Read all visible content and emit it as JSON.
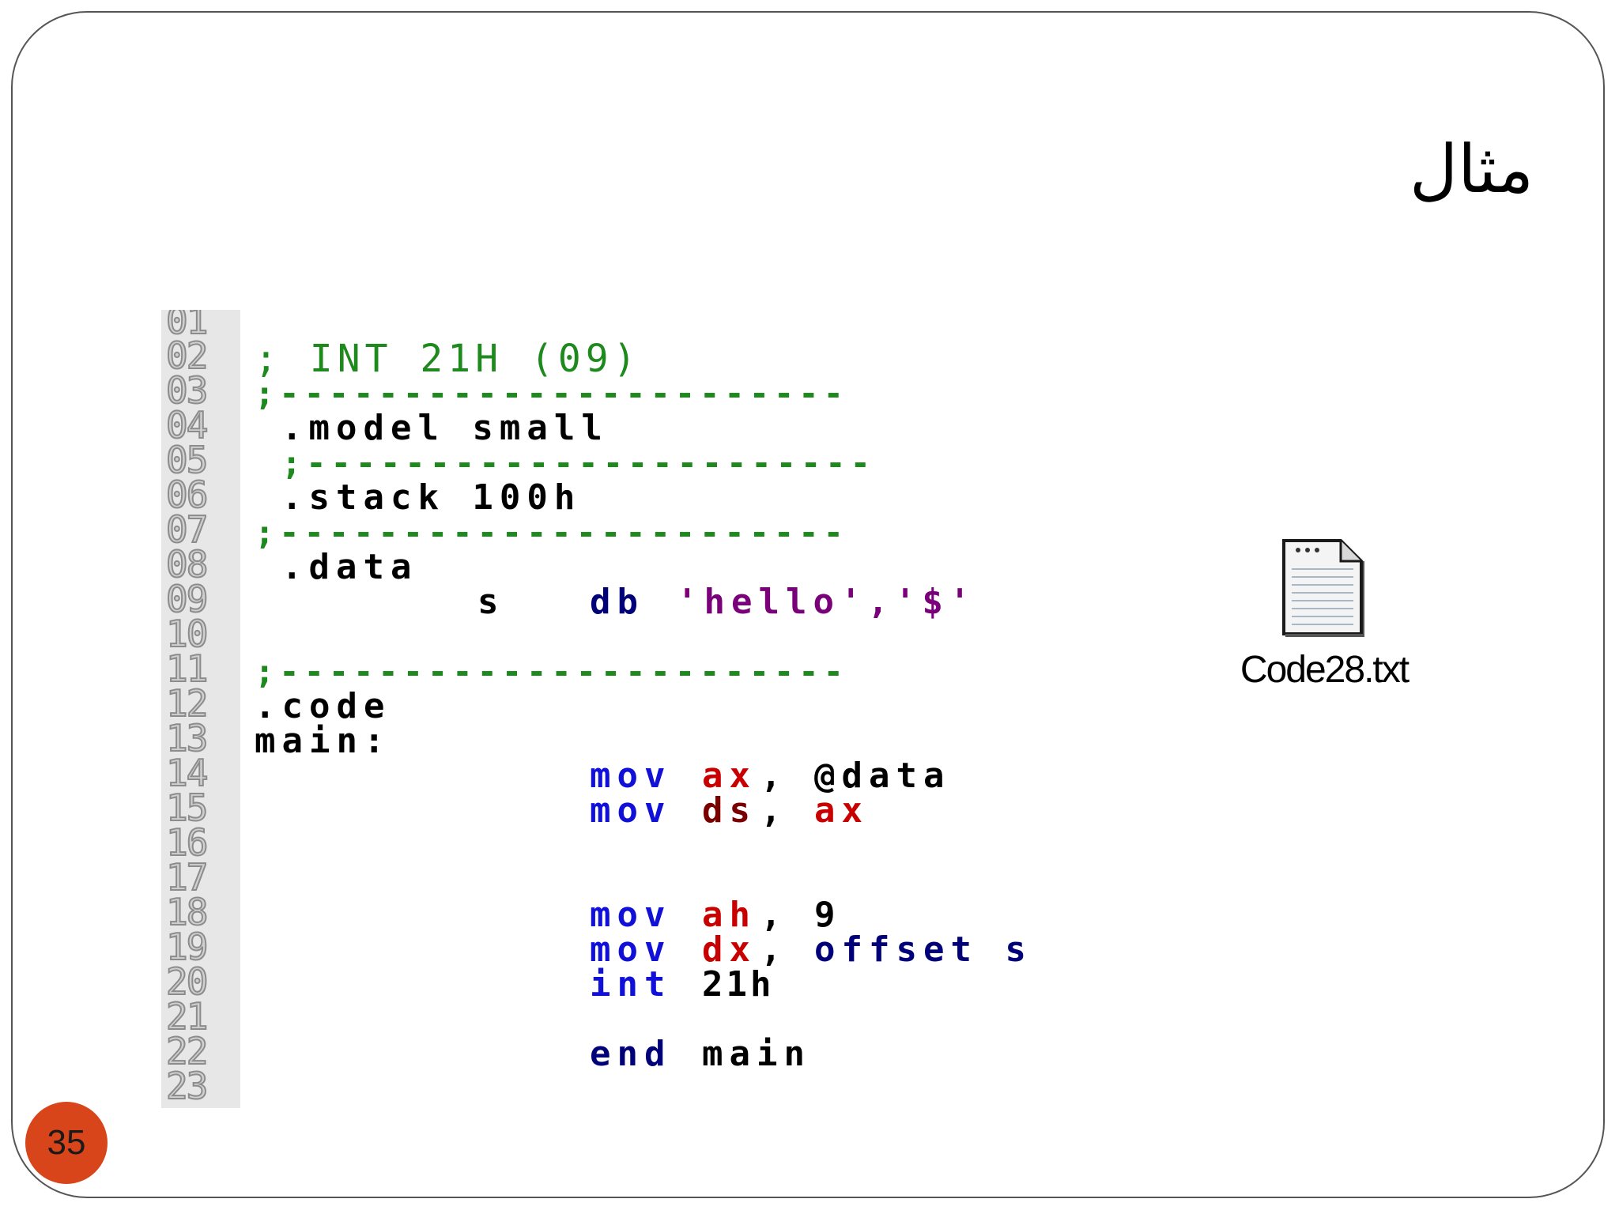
{
  "slide": {
    "title": "مثال",
    "page_number": "35"
  },
  "line_numbers": [
    "01",
    "02",
    "03",
    "04",
    "05",
    "06",
    "07",
    "08",
    "09",
    "10",
    "11",
    "12",
    "13",
    "14",
    "15",
    "16",
    "17",
    "18",
    "19",
    "20",
    "21",
    "22",
    "23"
  ],
  "code": {
    "l02_comment": "; INT 21H (09)",
    "l03_sep": ";-----------------------",
    "l04_directive": ".model small",
    "l05_sep": ";-----------------------",
    "l06_directive": ".stack 100h",
    "l07_sep": ";-----------------------",
    "l08_directive": ".data",
    "l09_var": "s",
    "l09_db": "db",
    "l09_str": "'hello','$'",
    "l11_sep": ";-----------------------",
    "l12_directive": ".code",
    "l13_label": "main:",
    "l14_op": "mov",
    "l14_reg": "ax",
    "l14_comma": ",",
    "l14_val": "@data",
    "l15_op": "mov",
    "l15_reg": "ds",
    "l15_comma": ",",
    "l15_val": "ax",
    "l18_op": "mov",
    "l18_reg": "ah",
    "l18_comma": ",",
    "l18_val": "9",
    "l19_op": "mov",
    "l19_reg": "dx",
    "l19_comma": ",",
    "l19_val": "offset s",
    "l20_op": "int",
    "l20_val": "21h",
    "l22_op": "end",
    "l22_val": "main"
  },
  "attachment": {
    "icon": "text-file-icon",
    "label": "Code28.txt"
  },
  "colors": {
    "comment": "#1e8a1e",
    "keyword": "#1010d8",
    "register_ax_ah_dx": "#c80000",
    "register_ds": "#7a0000",
    "string": "#7a007a",
    "default": "#000000",
    "db": "#000078",
    "offset": "#000078",
    "badge": "#d9451b"
  }
}
